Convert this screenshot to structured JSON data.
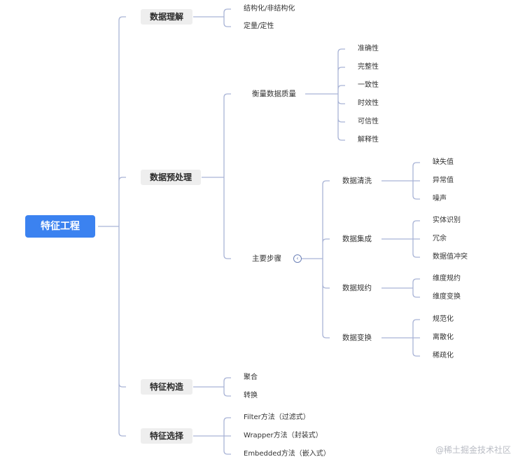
{
  "root": {
    "label": "特征工程"
  },
  "branches": [
    {
      "label": "数据理解",
      "children": [
        {
          "label": "结构化/非结构化"
        },
        {
          "label": "定量/定性"
        }
      ]
    },
    {
      "label": "数据预处理",
      "children": [
        {
          "label": "衡量数据质量",
          "children": [
            {
              "label": "准确性"
            },
            {
              "label": "完整性"
            },
            {
              "label": "一致性"
            },
            {
              "label": "时效性"
            },
            {
              "label": "可信性"
            },
            {
              "label": "解释性"
            }
          ]
        },
        {
          "label": "主要步骤",
          "children": [
            {
              "label": "数据清洗",
              "children": [
                {
                  "label": "缺失值"
                },
                {
                  "label": "异常值"
                },
                {
                  "label": "噪声"
                }
              ]
            },
            {
              "label": "数据集成",
              "children": [
                {
                  "label": "实体识别"
                },
                {
                  "label": "冗余"
                },
                {
                  "label": "数据值冲突"
                }
              ]
            },
            {
              "label": "数据规约",
              "children": [
                {
                  "label": "维度规约"
                },
                {
                  "label": "维度变换"
                }
              ]
            },
            {
              "label": "数据变换",
              "children": [
                {
                  "label": "规范化"
                },
                {
                  "label": "离散化"
                },
                {
                  "label": "稀疏化"
                }
              ]
            }
          ]
        }
      ]
    },
    {
      "label": "特征构造",
      "children": [
        {
          "label": "聚合"
        },
        {
          "label": "转换"
        }
      ]
    },
    {
      "label": "特征选择",
      "children": [
        {
          "label": "Filter方法（过滤式）"
        },
        {
          "label": "Wrapper方法（封装式）"
        },
        {
          "label": "Embedded方法（嵌入式）"
        }
      ]
    }
  ],
  "credit": "@稀土掘金技术社区",
  "colors": {
    "connector": "#a9b4d6",
    "root_fill": "#3b82f0",
    "branch_fill": "#eeeeee",
    "collapse_icon": "#6d82b8"
  }
}
